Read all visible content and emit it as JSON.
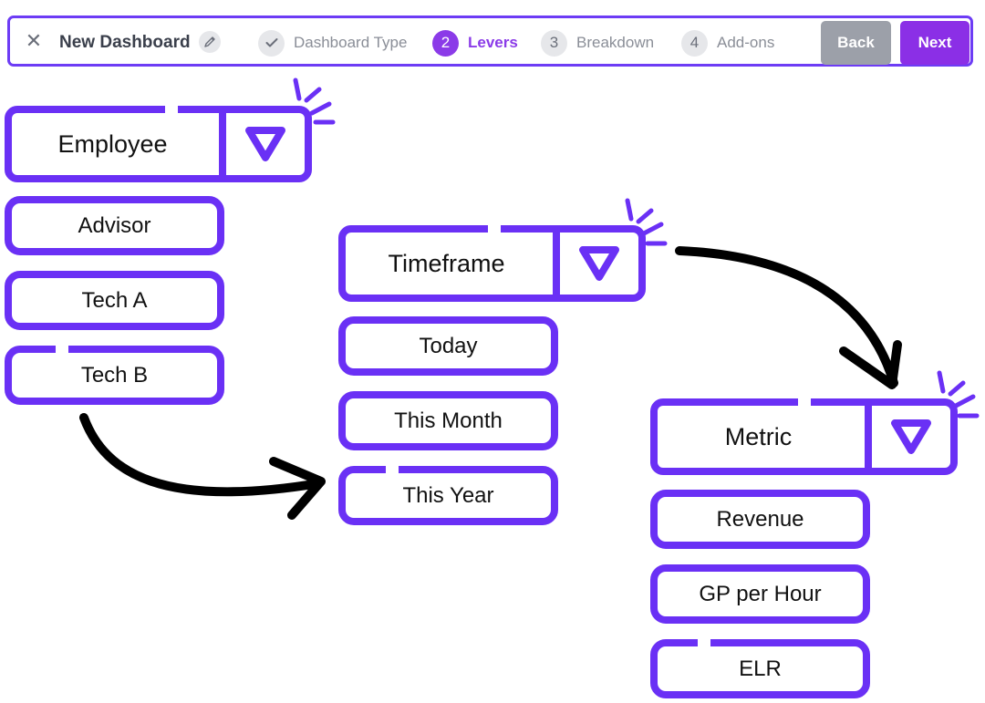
{
  "wizard": {
    "title": "New Dashboard",
    "close_icon": "close-icon",
    "edit_icon": "pencil-icon",
    "steps": [
      {
        "number": "✓",
        "label": "Dashboard Type",
        "state": "done"
      },
      {
        "number": "2",
        "label": "Levers",
        "state": "active"
      },
      {
        "number": "3",
        "label": "Breakdown",
        "state": "pending"
      },
      {
        "number": "4",
        "label": "Add-ons",
        "state": "pending"
      }
    ],
    "back_label": "Back",
    "next_label": "Next"
  },
  "groups": {
    "employee": {
      "title": "Employee",
      "options": [
        "Advisor",
        "Tech A",
        "Tech B"
      ]
    },
    "timeframe": {
      "title": "Timeframe",
      "options": [
        "Today",
        "This Month",
        "This Year"
      ]
    },
    "metric": {
      "title": "Metric",
      "options": [
        "Revenue",
        "GP per Hour",
        "ELR"
      ]
    }
  },
  "colors": {
    "sketch": "#6a30f5",
    "accent": "#8b2fe6",
    "muted_button": "#9ca0a9",
    "arrow": "#000000"
  },
  "icons": [
    "close-icon",
    "pencil-icon",
    "check-icon",
    "triangle-down-icon",
    "sparkle-icon",
    "curved-arrow-icon"
  ]
}
